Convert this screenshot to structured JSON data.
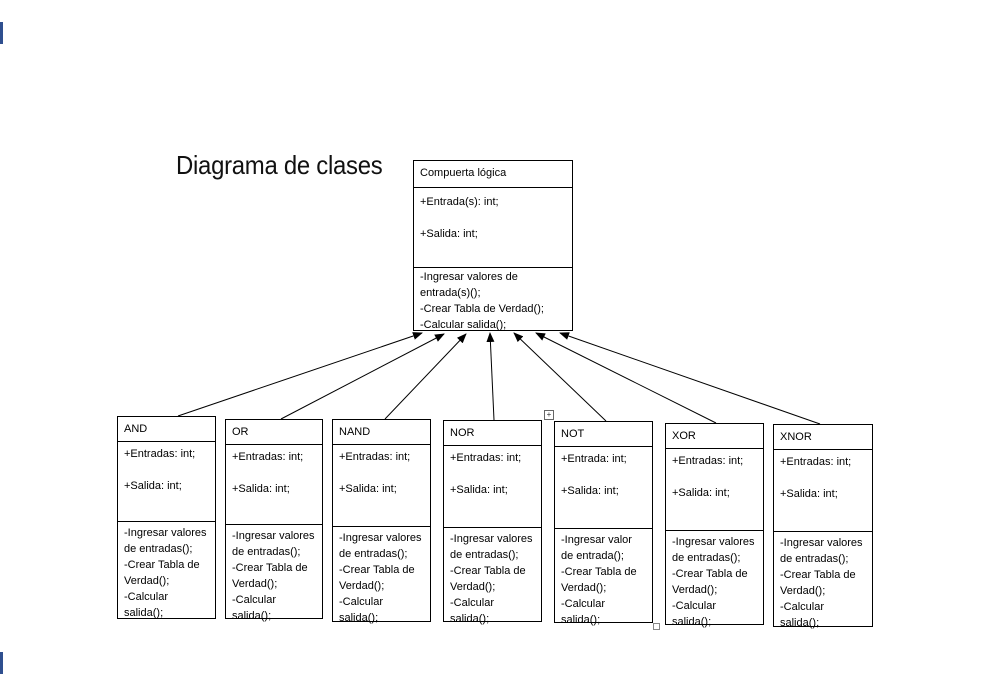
{
  "title": "Diagrama de clases",
  "parent": {
    "name": "Compuerta lógica",
    "attributes": [
      "+Entrada(s): int;",
      "+Salida: int;"
    ],
    "methods": [
      "-Ingresar valores de entrada(s)();",
      "-Crear Tabla de Verdad();",
      "-Calcular salida();"
    ]
  },
  "children": [
    {
      "name": "AND",
      "attributes": [
        "+Entradas: int;",
        "+Salida: int;"
      ],
      "methods": [
        "-Ingresar valores de entradas();",
        "-Crear Tabla de Verdad();",
        "-Calcular salida();"
      ]
    },
    {
      "name": "OR",
      "attributes": [
        "+Entradas: int;",
        "+Salida: int;"
      ],
      "methods": [
        "-Ingresar valores de entradas();",
        "-Crear Tabla de Verdad();",
        "-Calcular salida();"
      ]
    },
    {
      "name": "NAND",
      "attributes": [
        "+Entradas: int;",
        "+Salida: int;"
      ],
      "methods": [
        "-Ingresar valores de entradas();",
        "-Crear Tabla de Verdad();",
        "-Calcular salida();"
      ]
    },
    {
      "name": "NOR",
      "attributes": [
        "+Entradas: int;",
        "+Salida: int;"
      ],
      "methods": [
        "-Ingresar valores de entradas();",
        "-Crear Tabla de Verdad();",
        "-Calcular salida();"
      ]
    },
    {
      "name": "NOT",
      "attributes": [
        "+Entrada: int;",
        "+Salida: int;"
      ],
      "methods": [
        "-Ingresar valor de entrada();",
        "-Crear Tabla de Verdad();",
        "-Calcular salida();"
      ]
    },
    {
      "name": "XOR",
      "attributes": [
        "+Entradas: int;",
        "+Salida: int;"
      ],
      "methods": [
        "-Ingresar valores de entradas();",
        "-Crear Tabla de Verdad();",
        "-Calcular salida();"
      ]
    },
    {
      "name": "XNOR",
      "attributes": [
        "+Entradas: int;",
        "+Salida: int;"
      ],
      "methods": [
        "-Ingresar valores de entradas();",
        "-Crear Tabla de Verdad();",
        "-Calcular salida();"
      ]
    }
  ],
  "colors": {
    "line": "#000000",
    "edge_accent": "#2f4f8f"
  },
  "icons": {
    "anchor": "move-handle-icon",
    "resize": "resize-handle-icon"
  }
}
